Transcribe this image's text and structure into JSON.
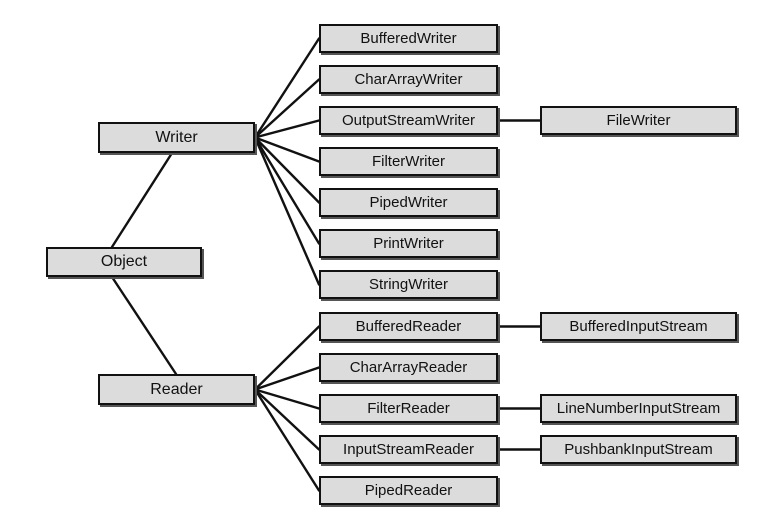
{
  "nodes": {
    "object": "Object",
    "writer": "Writer",
    "reader": "Reader",
    "buffered_writer": "BufferedWriter",
    "char_array_writer": "CharArrayWriter",
    "output_stream_writer": "OutputStreamWriter",
    "filter_writer": "FilterWriter",
    "piped_writer": "PipedWriter",
    "print_writer": "PrintWriter",
    "string_writer": "StringWriter",
    "buffered_reader": "BufferedReader",
    "char_array_reader": "CharArrayReader",
    "filter_reader": "FilterReader",
    "input_stream_reader": "InputStreamReader",
    "piped_reader": "PipedReader",
    "file_writer": "FileWriter",
    "buffered_input_stream": "BufferedInputStream",
    "line_number_input_stream": "LineNumberInputStream",
    "pushbank_input_stream": "PushbankInputStream"
  },
  "edges": [
    [
      "object",
      "writer"
    ],
    [
      "object",
      "reader"
    ],
    [
      "writer",
      "buffered_writer"
    ],
    [
      "writer",
      "char_array_writer"
    ],
    [
      "writer",
      "output_stream_writer"
    ],
    [
      "writer",
      "filter_writer"
    ],
    [
      "writer",
      "piped_writer"
    ],
    [
      "writer",
      "print_writer"
    ],
    [
      "writer",
      "string_writer"
    ],
    [
      "reader",
      "buffered_reader"
    ],
    [
      "reader",
      "char_array_reader"
    ],
    [
      "reader",
      "filter_reader"
    ],
    [
      "reader",
      "input_stream_reader"
    ],
    [
      "reader",
      "piped_reader"
    ],
    [
      "output_stream_writer",
      "file_writer"
    ],
    [
      "buffered_reader",
      "buffered_input_stream"
    ],
    [
      "filter_reader",
      "line_number_input_stream"
    ],
    [
      "input_stream_reader",
      "pushbank_input_stream"
    ]
  ]
}
